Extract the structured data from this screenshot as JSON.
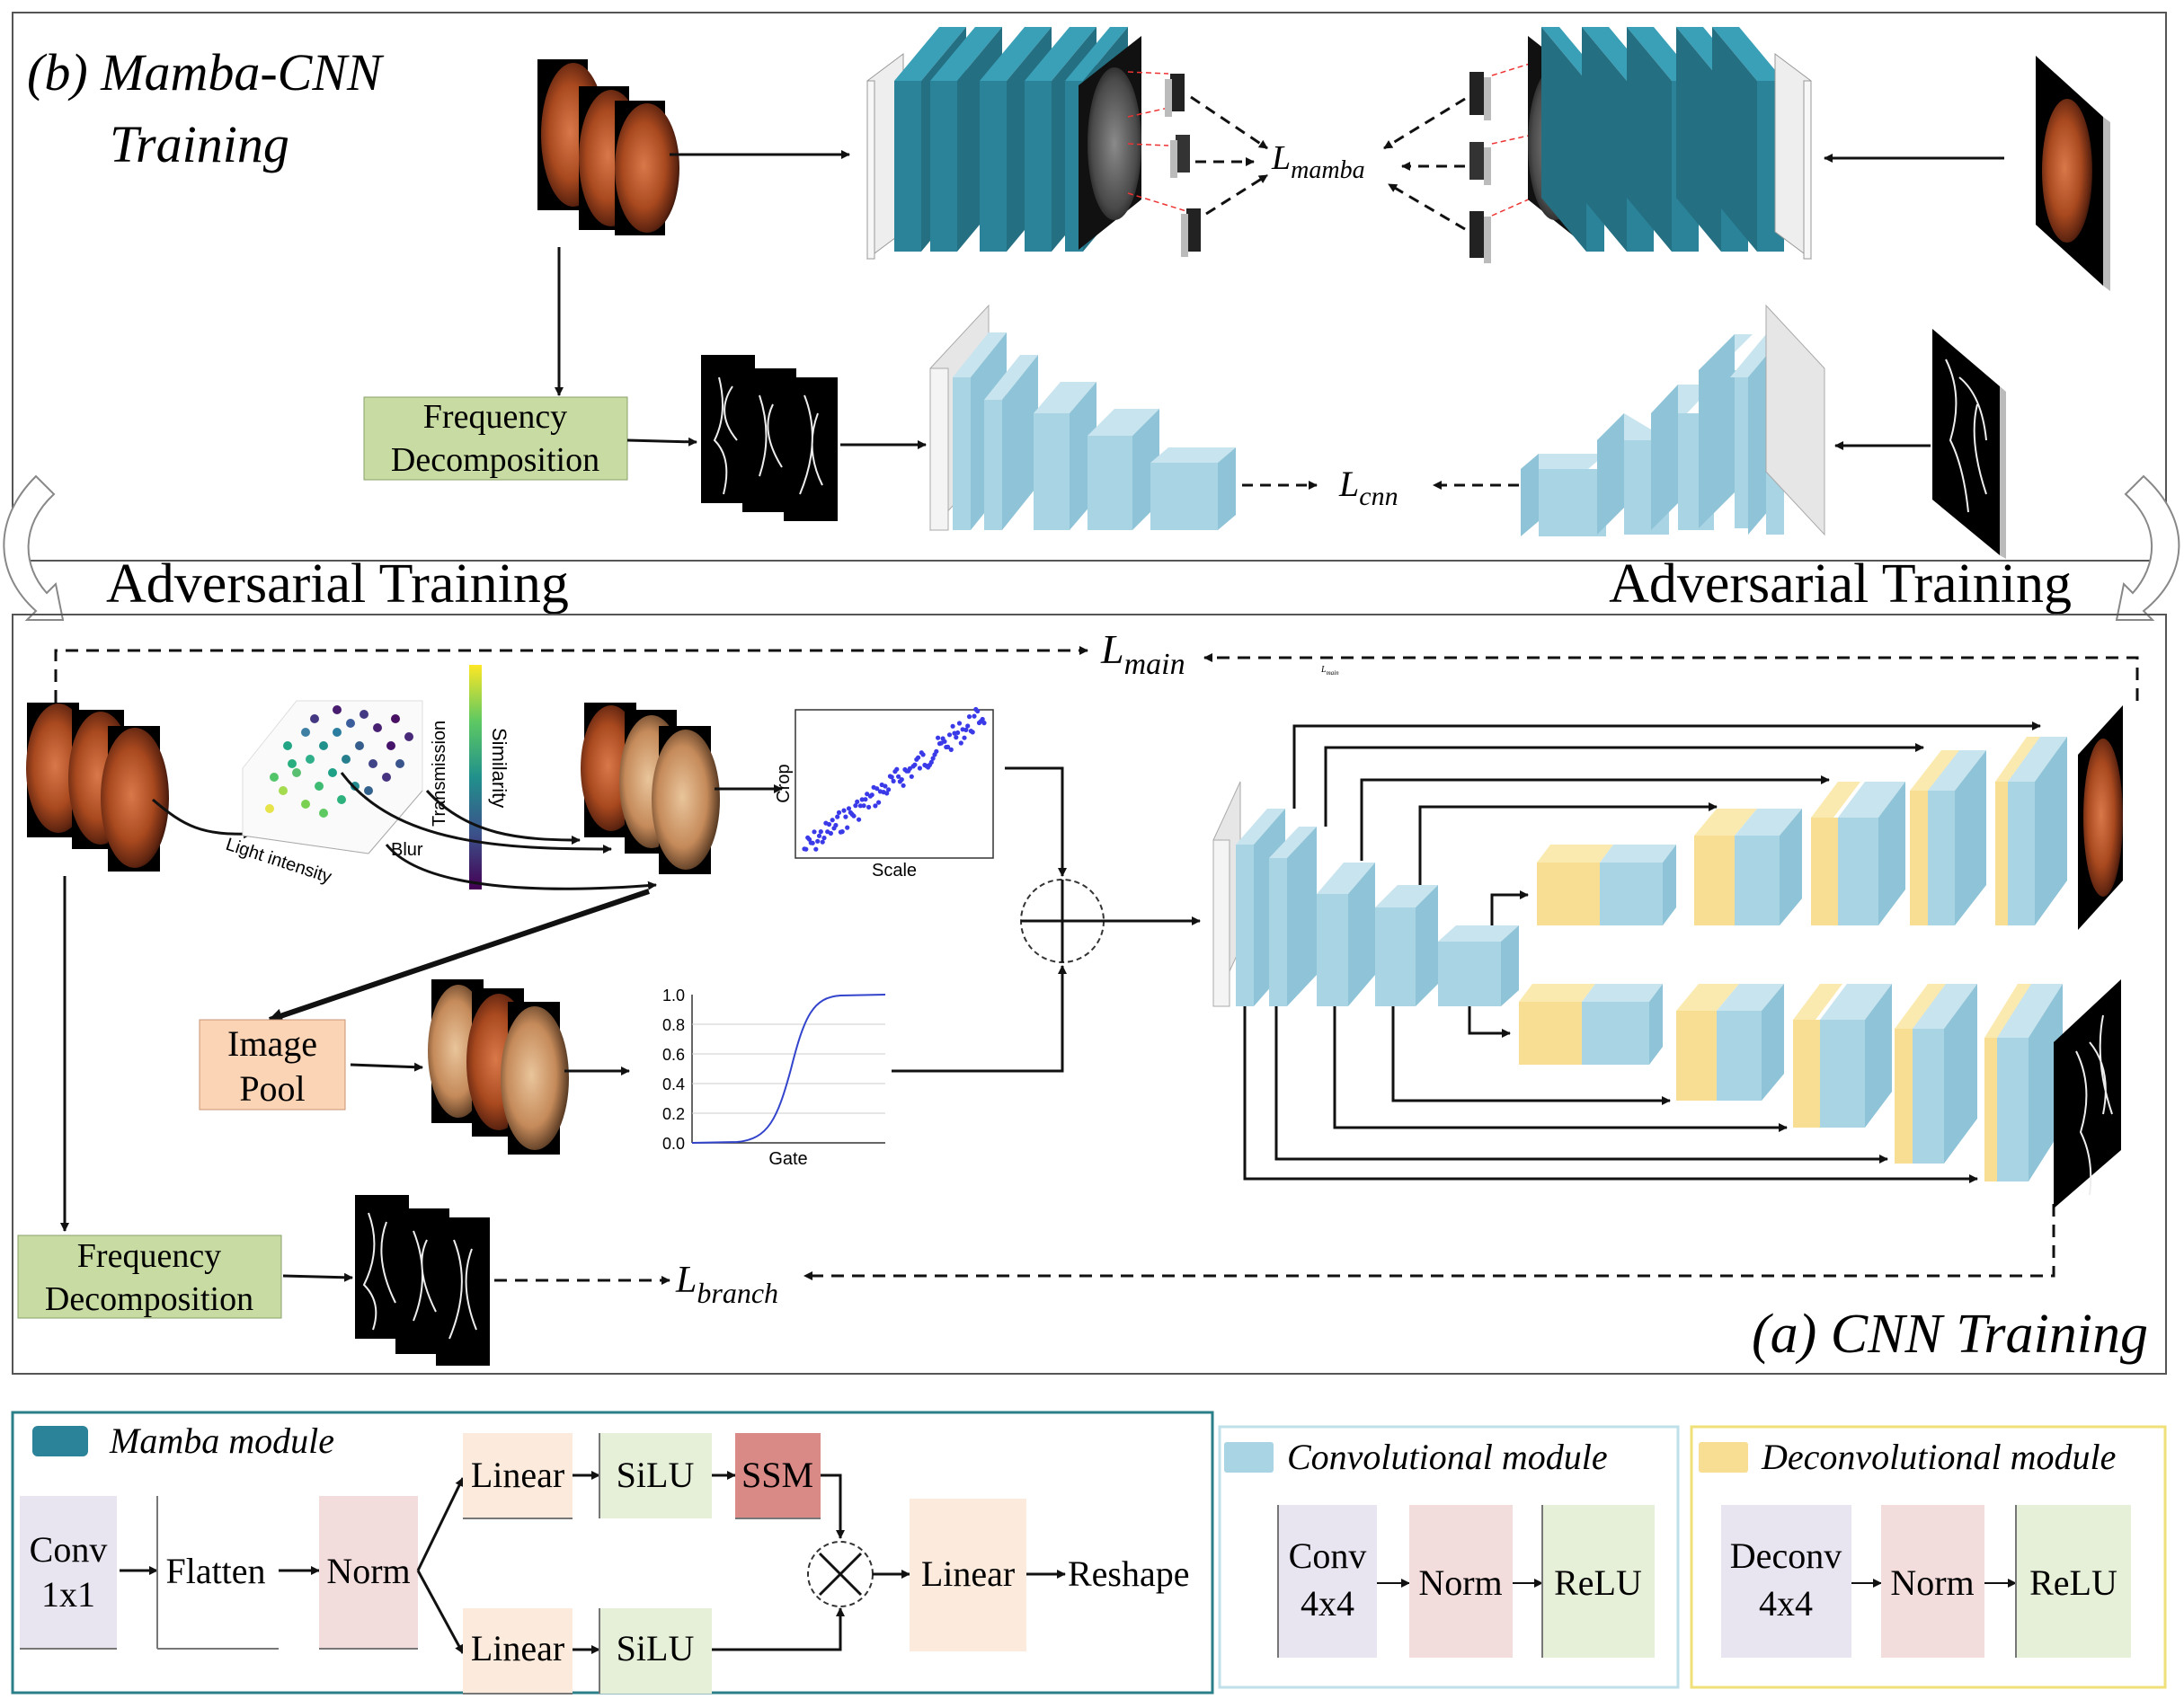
{
  "section_b": {
    "title_line1": "(b) Mamba-CNN",
    "title_line2": "Training",
    "freq_line1": "Frequency",
    "freq_line2": "Decomposition",
    "loss_mamba_main": "L",
    "loss_mamba_sub": "mamba",
    "loss_cnn_main": "L",
    "loss_cnn_sub": "cnn"
  },
  "adversarial_left": "Adversarial Training",
  "adversarial_right": "Adversarial Training",
  "section_a": {
    "title": "(a) CNN Training",
    "loss_main_main": "L",
    "loss_main_sub": "main",
    "loss_main_small": "L",
    "loss_main_small_sub": "main",
    "loss_branch_main": "L",
    "loss_branch_sub": "branch",
    "freq_line1": "Frequency",
    "freq_line2": "Decomposition",
    "pool_line1": "Image",
    "pool_line2": "Pool",
    "scatter3d": {
      "x_label": "Light intensity",
      "y_label": "Blur",
      "z_label": "Transmission",
      "colorbar_label": "Similarity"
    },
    "scatter2d": {
      "x_label": "Scale",
      "y_label": "Crop"
    },
    "gate_plot": {
      "x_label": "Gate",
      "y_ticks": [
        "1.0",
        "0.8",
        "0.6",
        "0.4",
        "0.2",
        "0.0"
      ]
    }
  },
  "legend_mamba": {
    "title": "Mamba module",
    "conv_line1": "Conv",
    "conv_line2": "1x1",
    "flatten": "Flatten",
    "norm": "Norm",
    "linear_top": "Linear",
    "silu_top": "SiLU",
    "ssm": "SSM",
    "linear_bottom": "Linear",
    "silu_bottom": "SiLU",
    "linear_out": "Linear",
    "reshape": "Reshape"
  },
  "legend_conv": {
    "title": "Convolutional module",
    "conv_line1": "Conv",
    "conv_line2": "4x4",
    "norm": "Norm",
    "relu": "ReLU"
  },
  "legend_deconv": {
    "title": "Deconvolutional module",
    "deconv_line1": "Deconv",
    "deconv_line2": "4x4",
    "norm": "Norm",
    "relu": "ReLU"
  },
  "colors": {
    "mamba": "#2b8399",
    "conv": "#a8d4e4",
    "deconv": "#f7de92",
    "freq_box": "#c7dba3",
    "pool_box": "#fbd3b5",
    "conv_legend_border": "#bfe0e8",
    "deconv_legend_border": "#f0e07a",
    "mamba_legend_border": "#2b7f88"
  }
}
